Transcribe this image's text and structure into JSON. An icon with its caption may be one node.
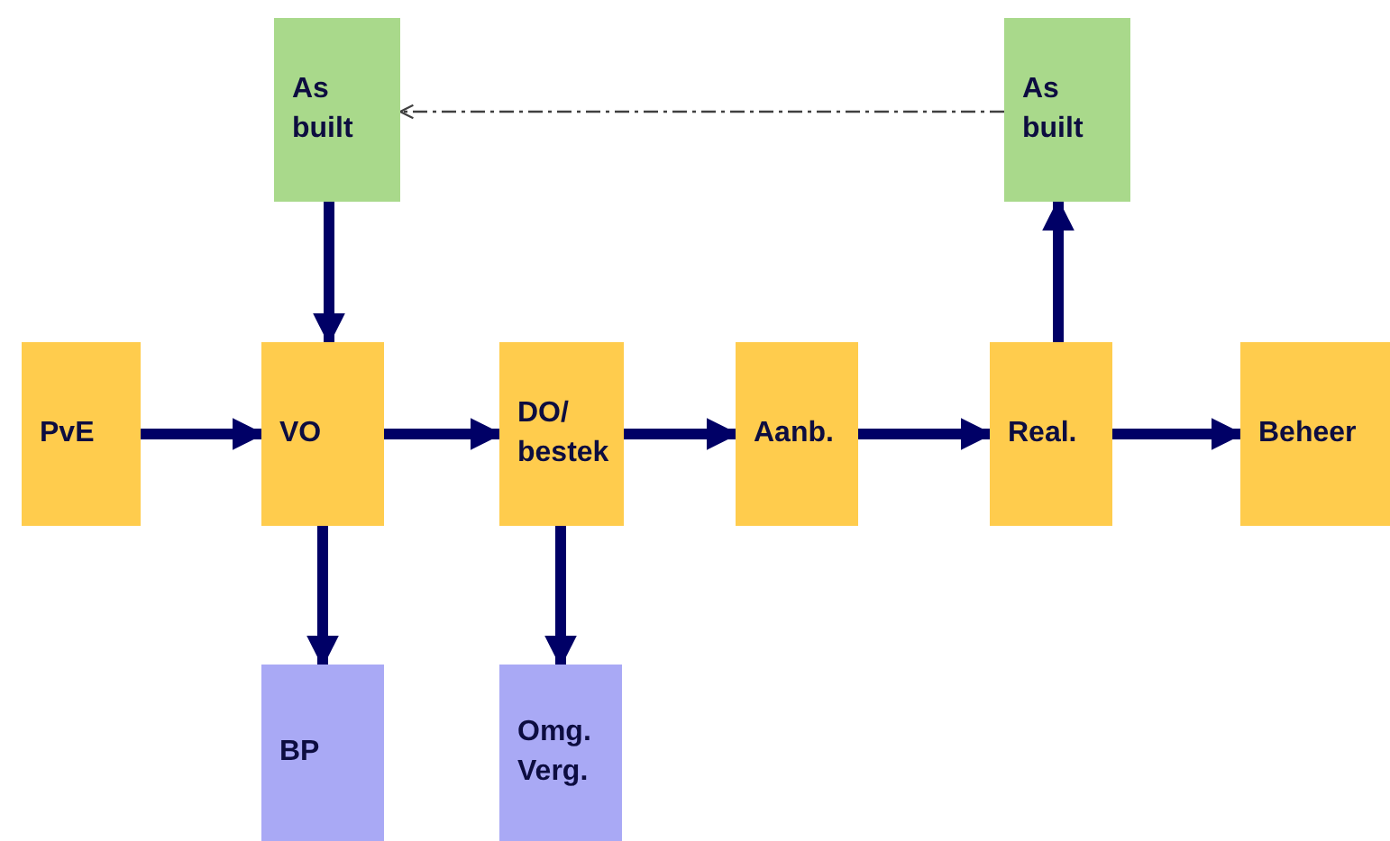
{
  "diagram": {
    "nodes": [
      {
        "text": [
          "As built"
        ]
      },
      {
        "text": [
          "As built"
        ]
      },
      {
        "text": [
          "PvE"
        ]
      },
      {
        "text": [
          "VO"
        ]
      },
      {
        "text": [
          "DO/ bestek"
        ]
      },
      {
        "text": [
          "Aanb."
        ]
      },
      {
        "text": [
          "Real."
        ]
      },
      {
        "text": [
          "Beheer"
        ]
      },
      {
        "text": [
          "BP"
        ]
      },
      {
        "text": [
          "Omg. Verg."
        ]
      }
    ],
    "edges": [
      {
        "from": 0,
        "to": 3,
        "arrow": "to"
      },
      {
        "from": 2,
        "to": 3,
        "arrow": "to"
      },
      {
        "from": 3,
        "to": 4,
        "arrow": "to"
      },
      {
        "from": 4,
        "to": 5,
        "arrow": "to"
      },
      {
        "from": 5,
        "to": 6,
        "arrow": "to"
      },
      {
        "from": 6,
        "to": 7,
        "arrow": "to"
      },
      {
        "from": 6,
        "to": 1,
        "arrow": "to"
      },
      {
        "from": 3,
        "to": 8,
        "arrow": "to"
      },
      {
        "from": 4,
        "to": 9,
        "arrow": "to"
      },
      {
        "from": 1,
        "to": 0,
        "arrow": "to",
        "style": "dashed",
        "color": "#404040"
      }
    ]
  }
}
